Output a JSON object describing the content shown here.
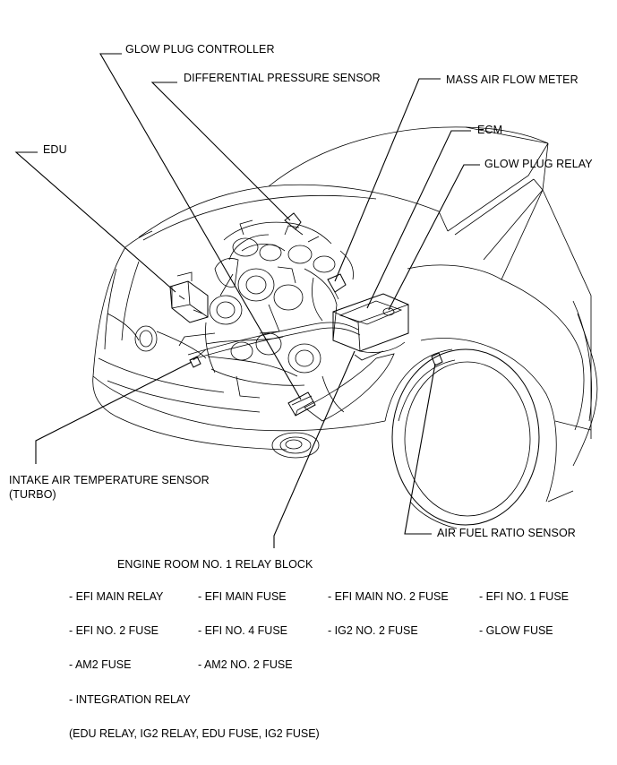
{
  "labels": {
    "glow_plug_controller": "GLOW PLUG CONTROLLER",
    "differential_pressure_sensor": "DIFFERENTIAL PRESSURE SENSOR",
    "mass_air_flow_meter": "MASS AIR FLOW METER",
    "ecm": "ECM",
    "glow_plug_relay": "GLOW PLUG RELAY",
    "edu": "EDU",
    "intake_air_temperature_sensor": "INTAKE AIR TEMPERATURE SENSOR",
    "intake_air_temperature_sensor_note": "(TURBO)",
    "air_fuel_ratio_sensor": "AIR FUEL RATIO SENSOR",
    "engine_room_relay_block": "ENGINE ROOM NO. 1 RELAY BLOCK"
  },
  "relay_block_items": [
    [
      "- EFI MAIN RELAY",
      "- EFI MAIN FUSE",
      "- EFI MAIN NO. 2 FUSE",
      "- EFI NO. 1 FUSE"
    ],
    [
      "- EFI NO. 2 FUSE",
      "- EFI NO. 4 FUSE",
      "- IG2 NO. 2 FUSE",
      "- GLOW FUSE"
    ],
    [
      "- AM2 FUSE",
      "- AM2 NO. 2 FUSE"
    ],
    [
      "- INTEGRATION RELAY"
    ],
    [
      "(EDU RELAY, IG2 RELAY, EDU FUSE, IG2 FUSE)"
    ]
  ]
}
